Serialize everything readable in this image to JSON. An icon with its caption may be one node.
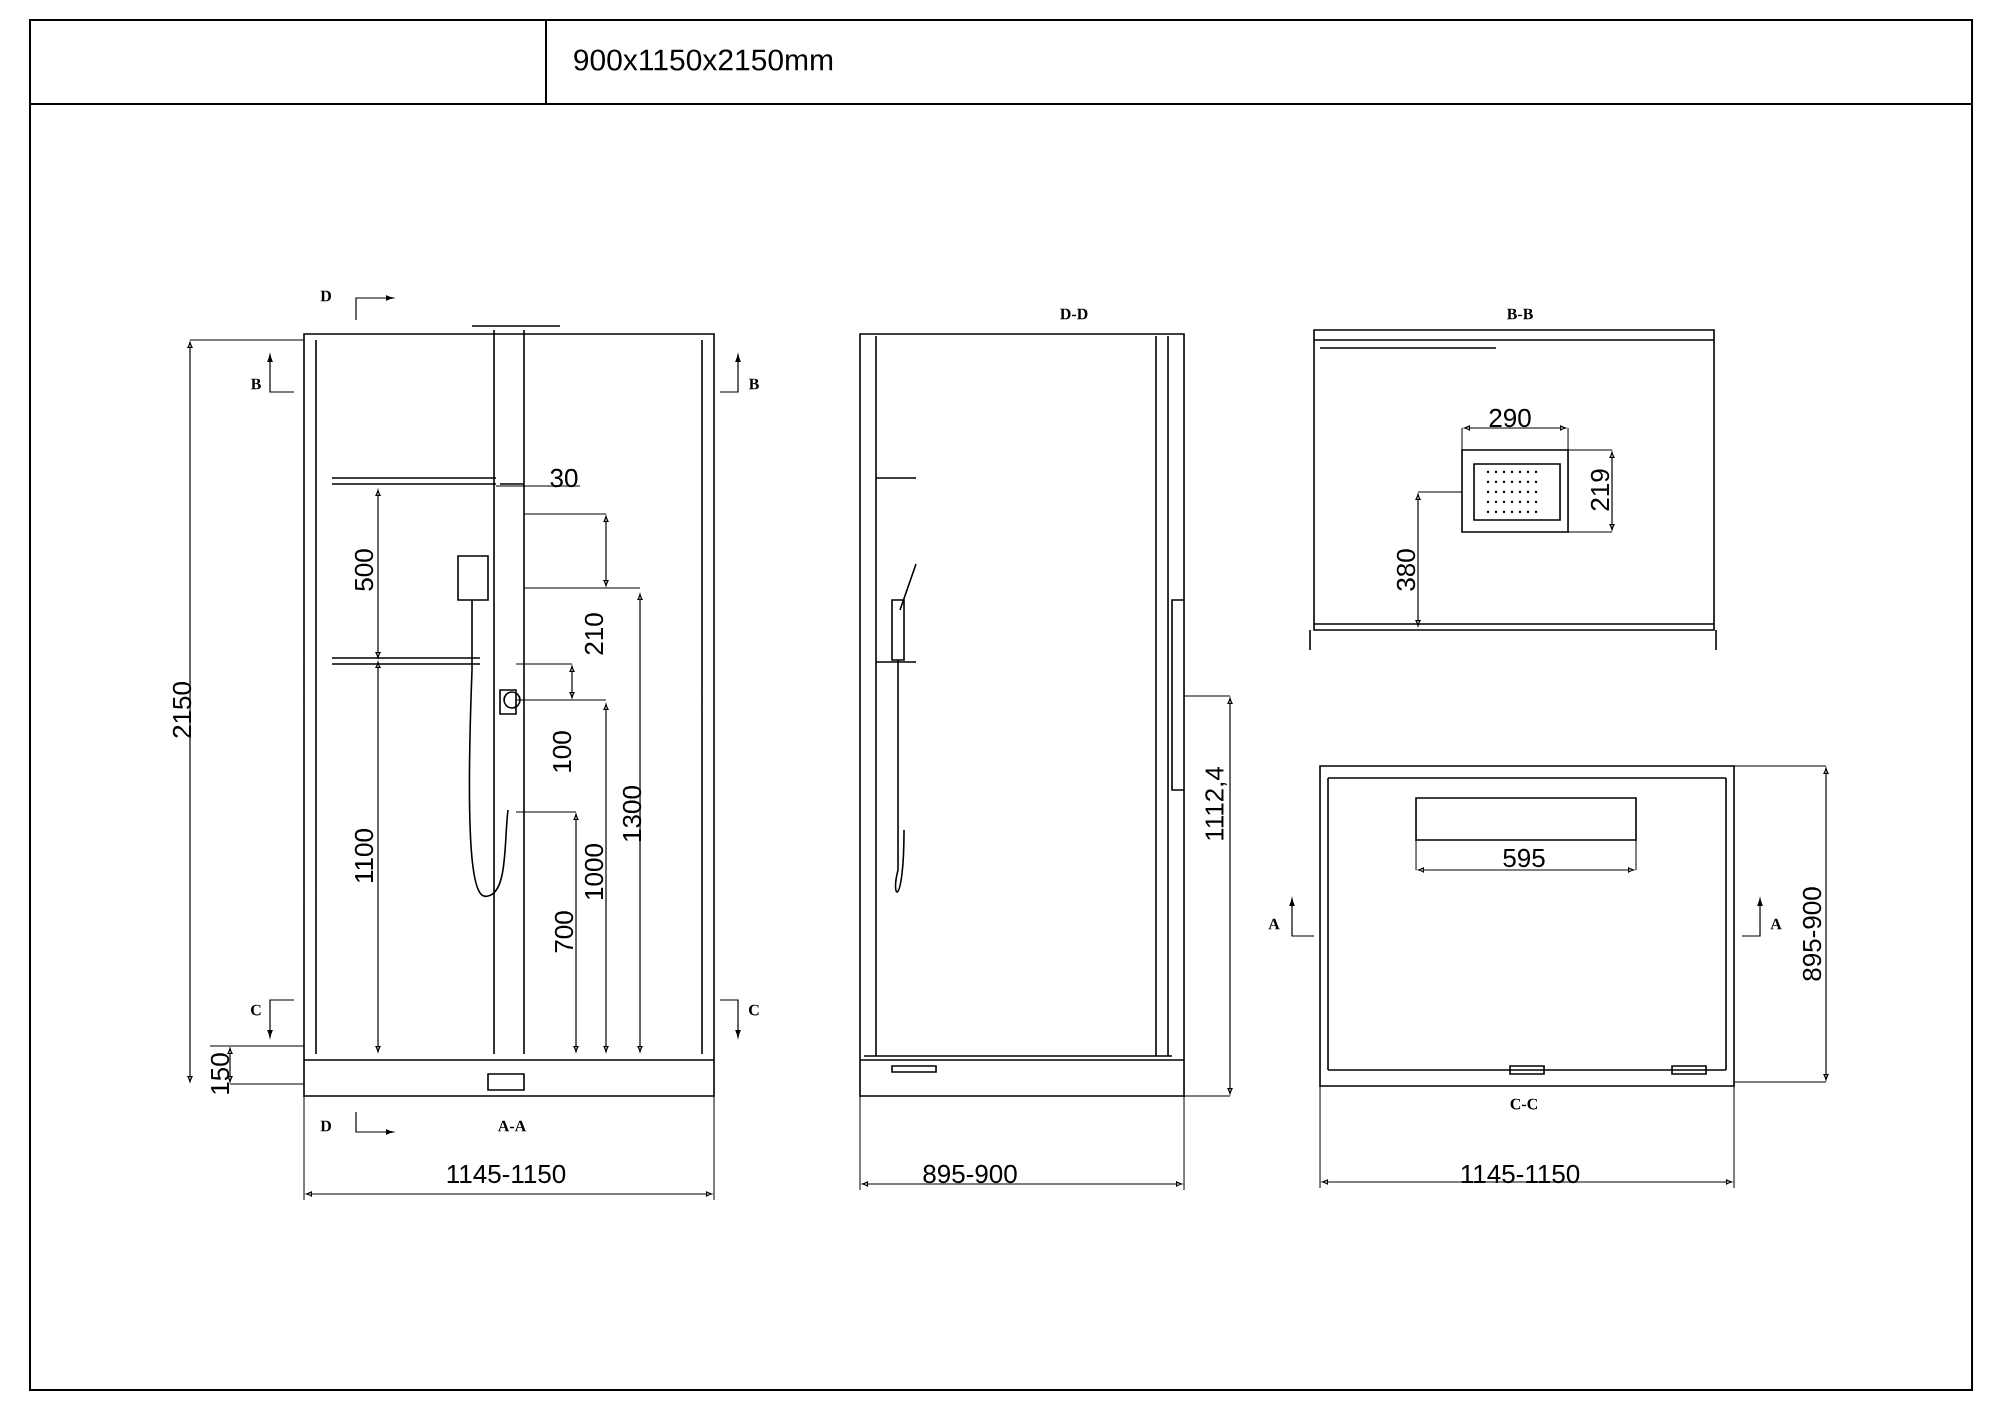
{
  "diagram": {
    "labels": [
      "900x1150x2150mm",
      "D",
      "D-D",
      "B-B",
      "B",
      "B",
      "290",
      "30",
      "219",
      "500",
      "380",
      "210",
      "2150",
      "100",
      "1300",
      "1112,4",
      "595",
      "1100",
      "1000",
      "A",
      "A",
      "700",
      "895-900",
      "C",
      "C",
      "150",
      "D",
      "A-A",
      "C-C",
      "1145-1150",
      "895-900",
      "1145-1150"
    ]
  }
}
